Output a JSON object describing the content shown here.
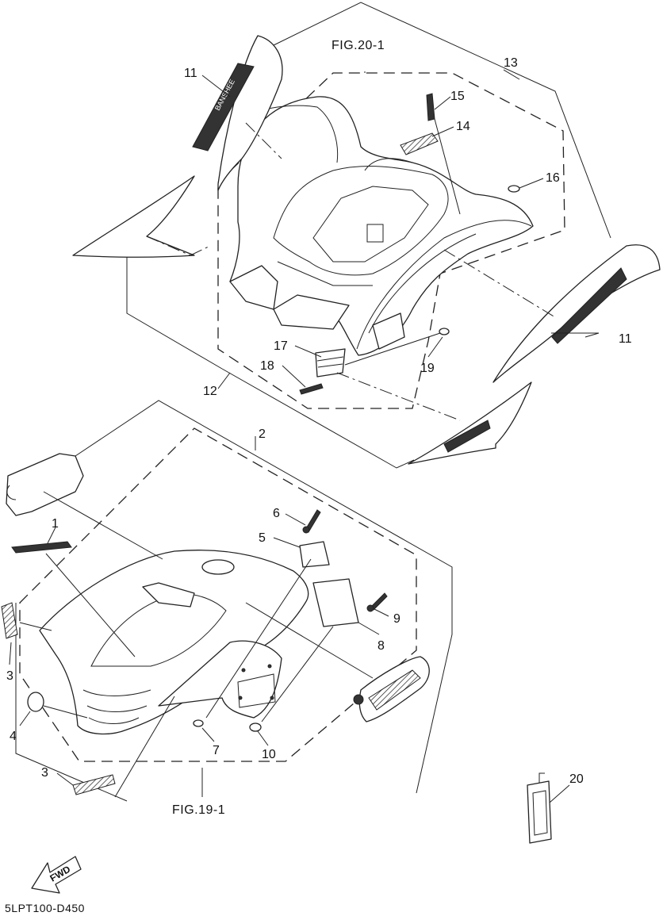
{
  "figure_refs": {
    "rear": "FIG.20-1",
    "front": "FIG.19-1"
  },
  "callouts": {
    "c1": "1",
    "c2": "2",
    "c3a": "3",
    "c3b": "3",
    "c4": "4",
    "c5": "5",
    "c6": "6",
    "c7": "7",
    "c8": "8",
    "c9": "9",
    "c10": "10",
    "c11a": "11",
    "c11b": "11",
    "c12": "12",
    "c13": "13",
    "c14": "14",
    "c15": "15",
    "c16": "16",
    "c17": "17",
    "c18": "18",
    "c19": "19",
    "c20": "20"
  },
  "fwd_arrow": {
    "label": "FWD",
    "icon": "fwd-arrow-icon"
  },
  "drawing_code": "5LPT100-D450"
}
